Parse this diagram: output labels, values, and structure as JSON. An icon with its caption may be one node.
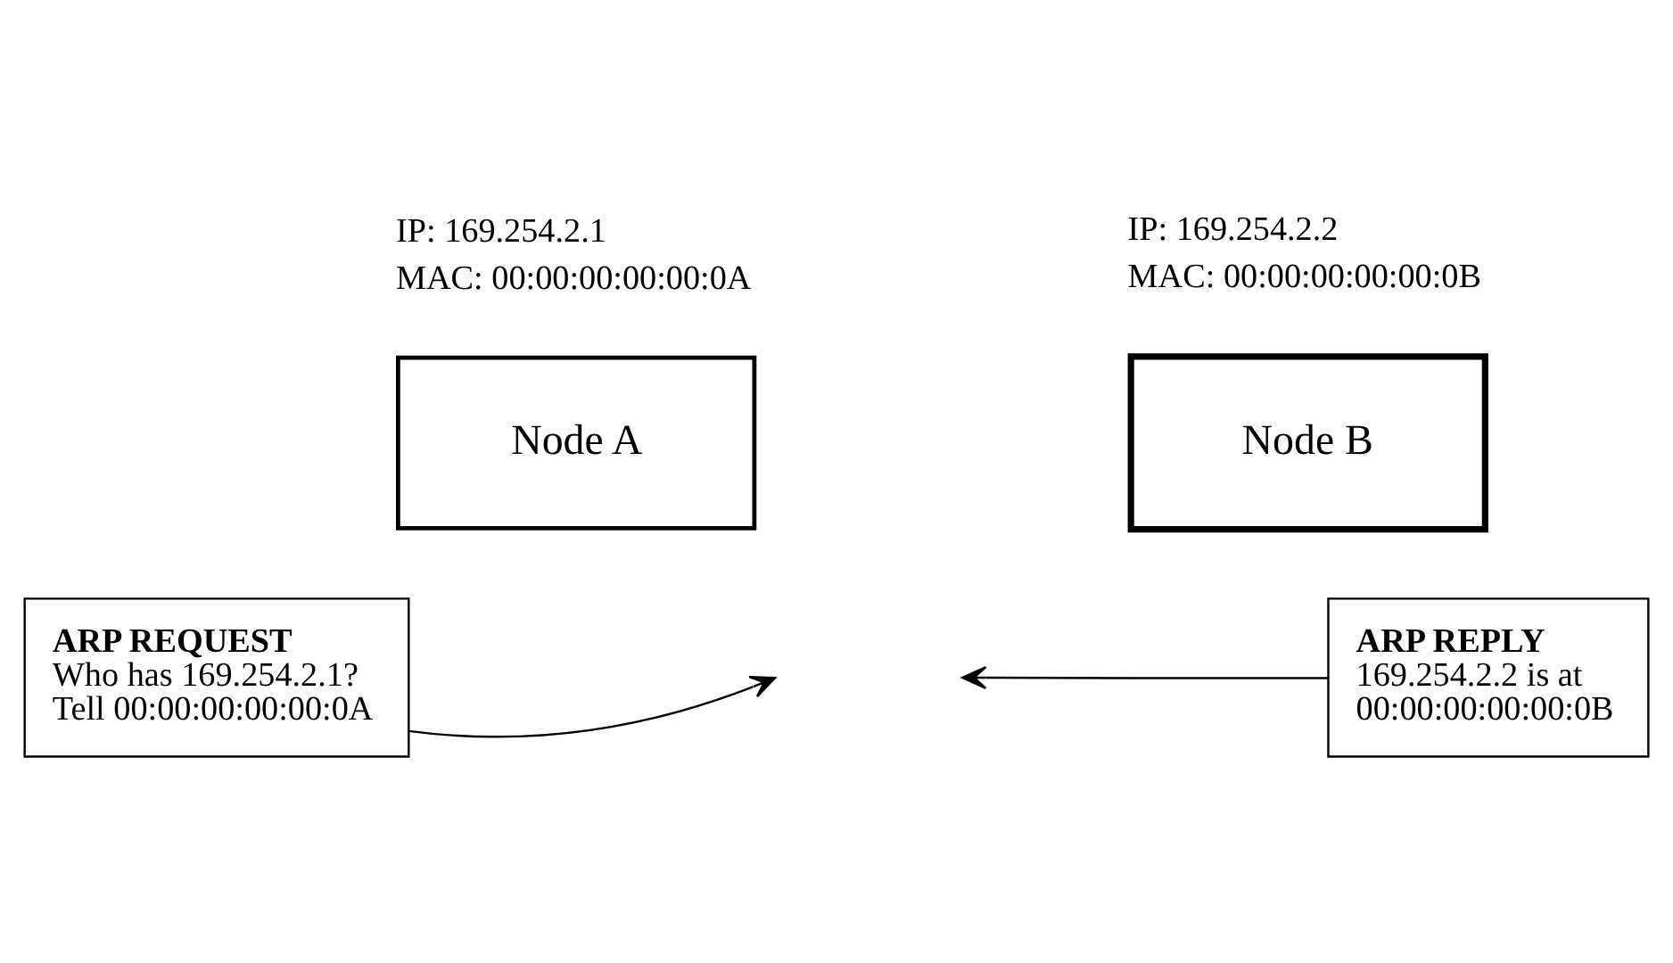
{
  "diagram": {
    "nodes": [
      {
        "text": [
          "Node A"
        ],
        "beside": [
          "IP: 169.254.2.1",
          "MAC: 00:00:00:00:00:0A"
        ]
      },
      {
        "text": [
          "Node B"
        ],
        "beside": [
          "IP: 169.254.2.2",
          "MAC: 00:00:00:00:00:0B"
        ]
      },
      {
        "text": [
          "ARP REQUEST",
          "Who has 169.254.2.1? Tell 00:00:00:00:00:0A"
        ]
      },
      {
        "text": [
          "ARP REPLY",
          "169.254.2.2 is at 00:00:00:00:00:0B"
        ]
      }
    ],
    "edges": [
      {
        "from": 2,
        "to": null,
        "arrow": "to"
      },
      {
        "from": 3,
        "to": null,
        "arrow": "to"
      }
    ]
  }
}
